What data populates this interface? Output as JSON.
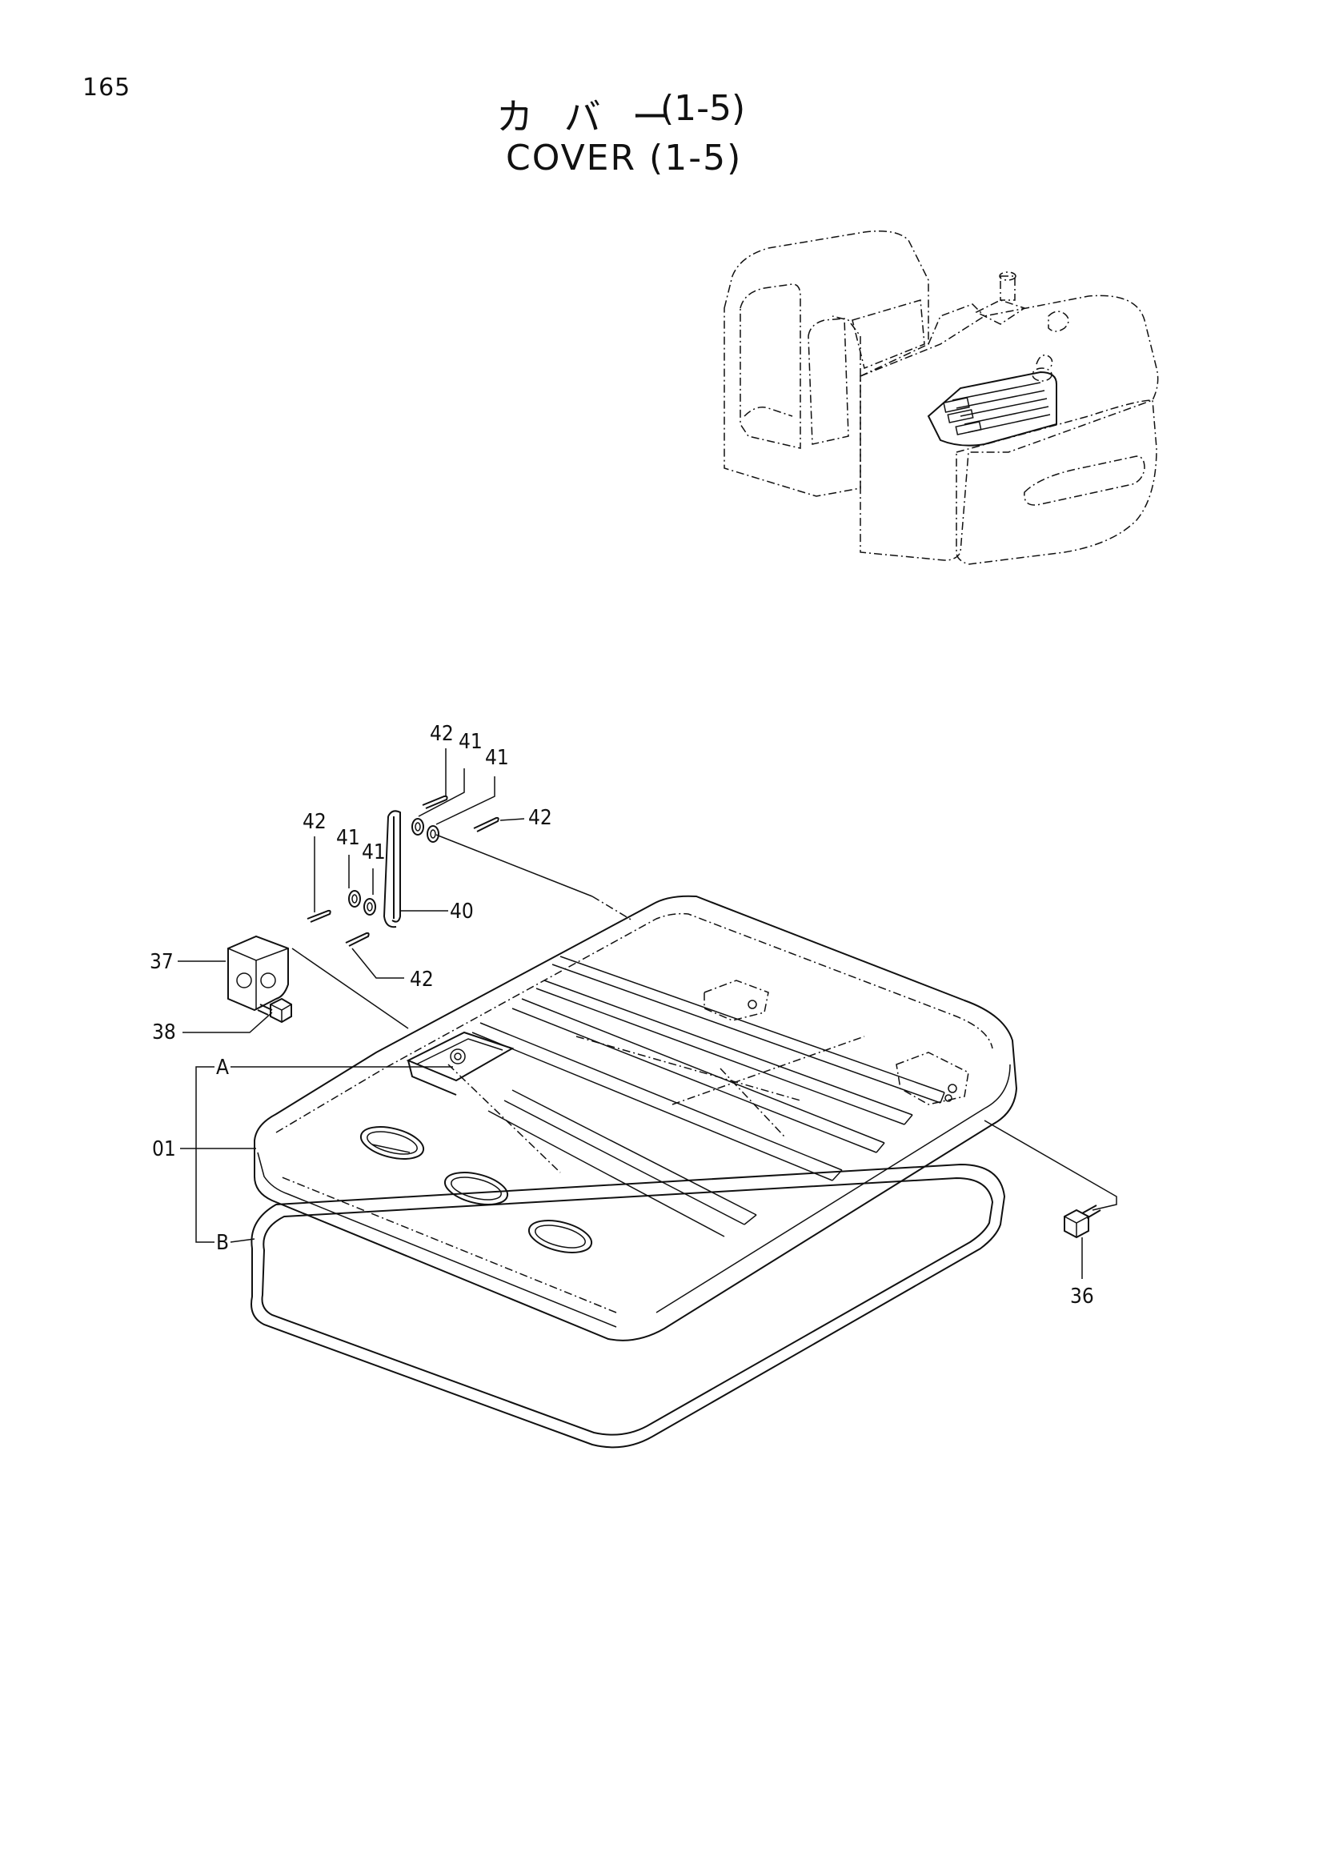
{
  "page_number": "165",
  "title": {
    "japanese": "カ バ ー",
    "japanese_suffix": "(1-5)",
    "english": "COVER (1-5)"
  },
  "callouts": {
    "c42_top": "42",
    "c41_top_a": "41",
    "c41_top_b": "41",
    "c42_right": "42",
    "c42_left": "42",
    "c41_left_a": "41",
    "c41_left_b": "41",
    "c40": "40",
    "c42_bottom": "42",
    "c37": "37",
    "c38": "38",
    "cA": "A",
    "c01": "01",
    "cB": "B",
    "c36": "36"
  },
  "icons": {
    "overview": "excavator-overview-illustration",
    "cover": "engine-cover-panel-illustration"
  }
}
